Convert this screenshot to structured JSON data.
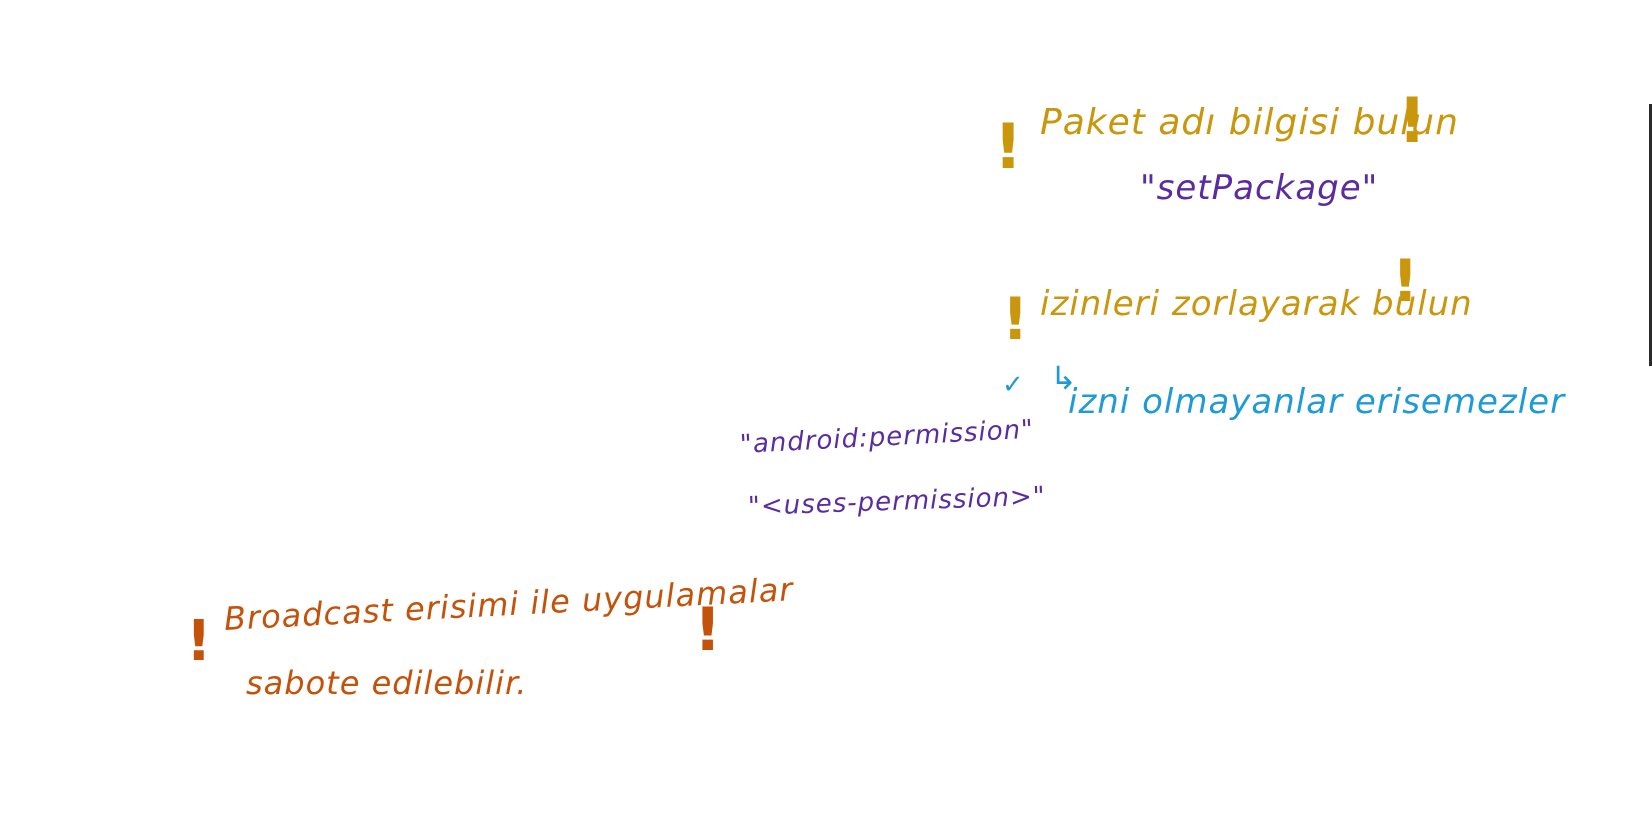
{
  "colors": {
    "gold": "#C9960C",
    "purple": "#5A2CA0",
    "blue": "#1E9AD6",
    "orange": "#C4520A"
  },
  "notes": {
    "package_title": "Paket adı bilgisi bulun",
    "package_code": "\"setPackage\"",
    "perm_title": "izinleri zorlayarak bulun",
    "perm_result": "izni olmayanlar erisemezler",
    "perm_attr": "\"android:permission\"",
    "uses_perm": "\"<uses-permission>\"",
    "broadcast_line1": "Broadcast erisimi ile uygulamalar",
    "broadcast_line2": "sabote edilebilir."
  },
  "icons": {
    "exclamation": "!",
    "check": "✓",
    "arrow": "↳"
  }
}
